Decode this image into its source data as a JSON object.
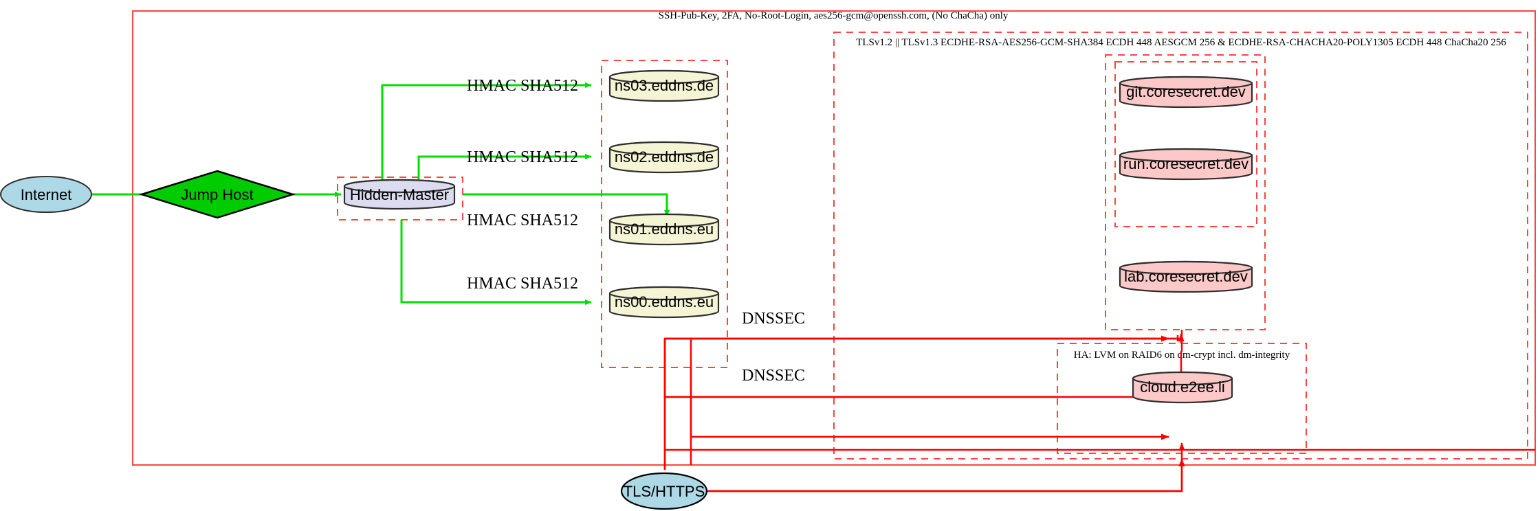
{
  "diagram": {
    "title": "Hidden-Master DNS and Service Infrastructure",
    "colors": {
      "cluster_border": "#ff2d2d",
      "ssh_edge": "#00dd00",
      "dnssec_edge": "#ff0000",
      "internet_fill": "#add8e6",
      "jumphost_fill": "#00cc00",
      "hiddenmaster_fill": "#dcdcf0",
      "ns_fill": "#f5f5d5",
      "service_fill": "#fcc8c8",
      "node_stroke": "#2f2f2f"
    }
  },
  "clusters": {
    "ssh": {
      "name": "ssh-policy-cluster",
      "label": "SSH-Pub-Key, 2FA, No-Root-Login, aes256-gcm@openssh.com, (No ChaCha) only"
    },
    "tls": {
      "name": "tls-policy-cluster",
      "label": "TLSv1.2 || TLSv1.3 ECDHE-RSA-AES256-GCM-SHA384 ECDH 448 AESGCM 256 & ECDHE-RSA-CHACHA20-POLY1305 ECDH 448 ChaCha20 256"
    },
    "ha": {
      "name": "ha-storage-cluster",
      "label": "HA: LVM on RAID6 on dm-crypt incl. dm-integrity"
    },
    "dns": {
      "name": "dns-servers-cluster",
      "label": ""
    },
    "hidden_master": {
      "name": "hidden-master-cluster",
      "label": ""
    },
    "coresecret_outer": {
      "name": "coresecret-outer-cluster",
      "label": ""
    },
    "coresecret_inner": {
      "name": "coresecret-inner-cluster",
      "label": ""
    }
  },
  "nodes": {
    "internet": {
      "label": "Internet",
      "shape": "ellipse"
    },
    "jump_host": {
      "label": "Jump Host",
      "shape": "diamond"
    },
    "hidden_master": {
      "label": "Hidden-Master",
      "shape": "cylinder"
    },
    "ns03": {
      "label": "ns03.eddns.de",
      "shape": "cylinder"
    },
    "ns02": {
      "label": "ns02.eddns.de",
      "shape": "cylinder"
    },
    "ns01": {
      "label": "ns01.eddns.eu",
      "shape": "cylinder"
    },
    "ns00": {
      "label": "ns00.eddns.eu",
      "shape": "cylinder"
    },
    "git": {
      "label": "git.coresecret.dev",
      "shape": "cylinder"
    },
    "run": {
      "label": "run.coresecret.dev",
      "shape": "cylinder"
    },
    "lab": {
      "label": "lab.coresecret.dev",
      "shape": "cylinder"
    },
    "cloud": {
      "label": "cloud.e2ee.li",
      "shape": "cylinder"
    },
    "tls_https": {
      "label": "TLS/HTTPS",
      "shape": "ellipse"
    }
  },
  "edge_labels": {
    "hmac_ns03": "HMAC SHA512",
    "hmac_ns02": "HMAC SHA512",
    "hmac_ns01": "HMAC SHA512",
    "hmac_ns00": "HMAC SHA512",
    "dnssec_upper": "DNSSEC",
    "dnssec_lower": "DNSSEC"
  }
}
